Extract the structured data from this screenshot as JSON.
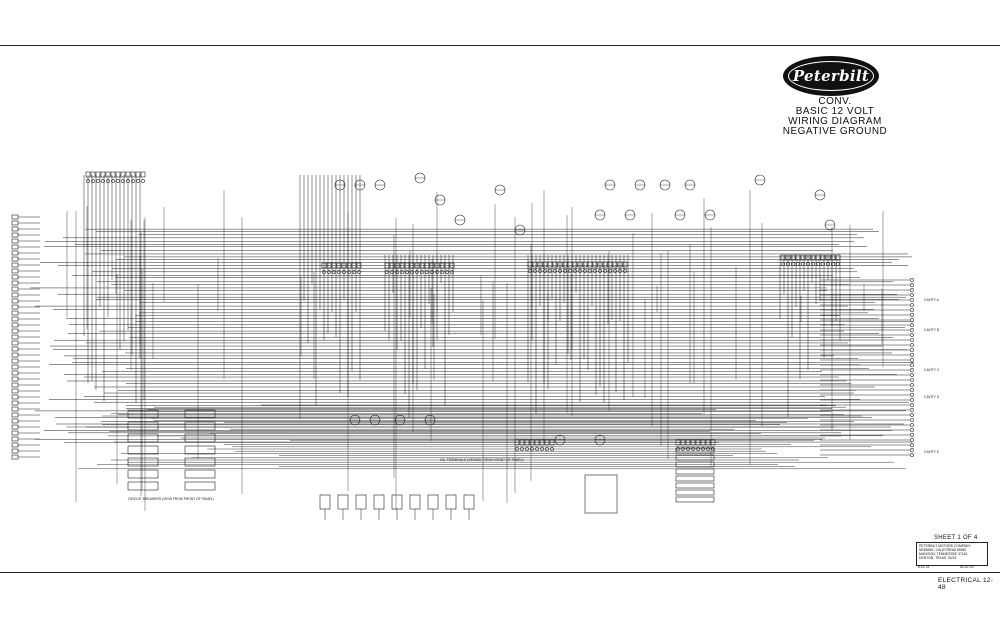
{
  "logo": {
    "text": "Peterbilt"
  },
  "title_lines": [
    "CONV.",
    "BASIC 12 VOLT",
    "WIRING DIAGRAM",
    "NEGATIVE GROUND"
  ],
  "sheet_label": "SHEET 1 OF 4",
  "title_block_lines": [
    "PETERBILT MOTORS COMPANY",
    "NEWARK, CALIFORNIA 94560",
    "MADISON, TENNESSEE 37116",
    "DENTON, TEXAS 76201"
  ],
  "revision_left": "8-15-78",
  "revision_right": "54-10700",
  "footer": "ELECTRICAL 12-48",
  "connector_labels": {
    "circuit_breakers_left": "CIRCUIT BREAKERS (VIEW FROM FRONT OF PANEL)",
    "gauge_terminals_center": "GA. TERMINALS (VIEWED FROM FRONT OF PANEL)",
    "cavity_a": "CAVITY A",
    "cavity_b": "CAVITY B",
    "cavity_c": "CAVITY C",
    "cavity_d": "CAVITY D",
    "cavity_e": "CAVITY E"
  }
}
